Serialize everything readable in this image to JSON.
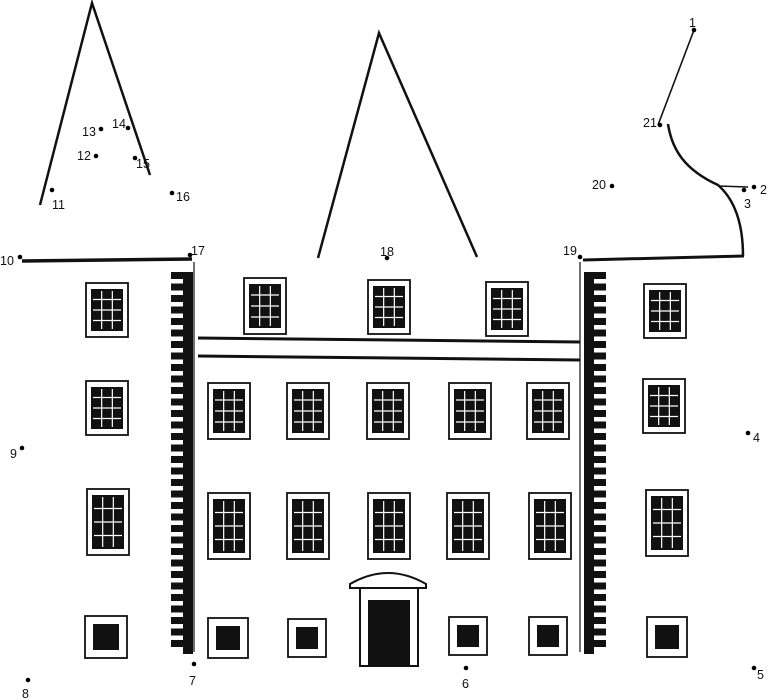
{
  "dots": [
    {
      "n": "1"
    },
    {
      "n": "2"
    },
    {
      "n": "3"
    },
    {
      "n": "4"
    },
    {
      "n": "5"
    },
    {
      "n": "6"
    },
    {
      "n": "7"
    },
    {
      "n": "8"
    },
    {
      "n": "9"
    },
    {
      "n": "10"
    },
    {
      "n": "11"
    },
    {
      "n": "12"
    },
    {
      "n": "13"
    },
    {
      "n": "14"
    },
    {
      "n": "15"
    },
    {
      "n": "16"
    },
    {
      "n": "17"
    },
    {
      "n": "18"
    },
    {
      "n": "19"
    },
    {
      "n": "20"
    },
    {
      "n": "21"
    }
  ],
  "colors": {
    "ink": "#111111",
    "paper": "#ffffff"
  },
  "icons": {
    "building": "house-outline",
    "dot": "connect-the-dots-point"
  }
}
